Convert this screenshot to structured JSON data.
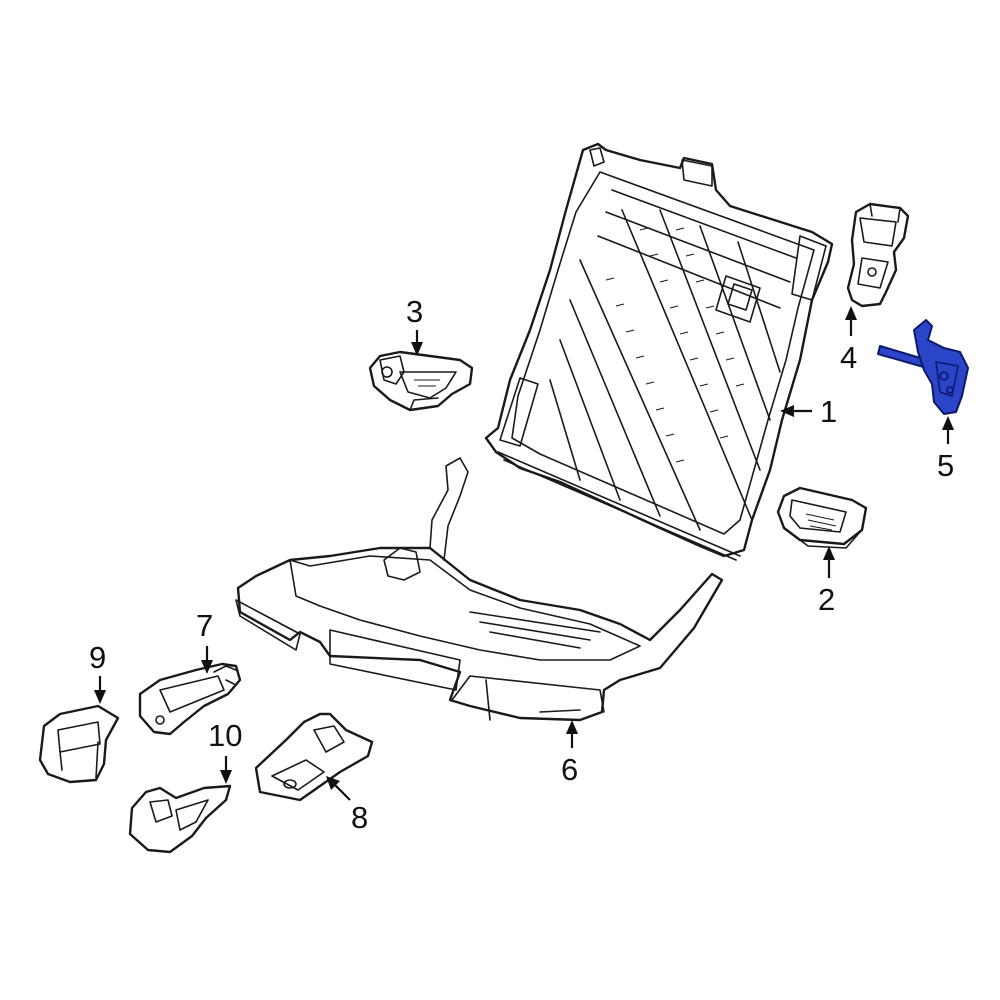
{
  "callouts": [
    {
      "id": "1",
      "label": "1"
    },
    {
      "id": "2",
      "label": "2"
    },
    {
      "id": "3",
      "label": "3"
    },
    {
      "id": "4",
      "label": "4"
    },
    {
      "id": "5",
      "label": "5"
    },
    {
      "id": "6",
      "label": "6"
    },
    {
      "id": "7",
      "label": "7"
    },
    {
      "id": "8",
      "label": "8"
    },
    {
      "id": "9",
      "label": "9"
    },
    {
      "id": "10",
      "label": "10"
    }
  ],
  "highlight": {
    "part": "5",
    "color": "#2b45c8"
  }
}
